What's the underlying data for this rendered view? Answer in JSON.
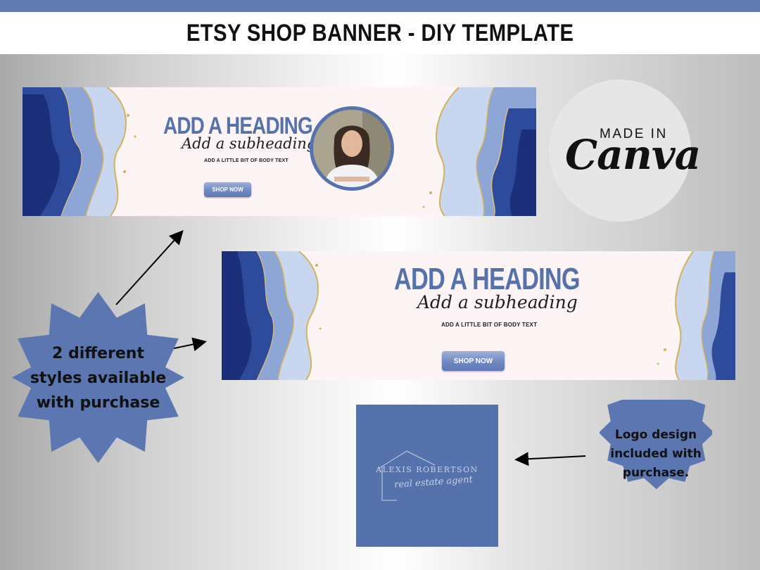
{
  "header": {
    "title": "ETSY SHOP BANNER - DIY TEMPLATE"
  },
  "colors": {
    "accent": "#6079b0",
    "heading_blue": "#5572ac",
    "banner_bg": "#fdf4f5",
    "badge_blue": "#5b76b1"
  },
  "banner1": {
    "heading": "ADD A HEADING",
    "subheading": "Add a subheading",
    "body": "ADD A LITTLE BIT OF BODY TEXT",
    "button": "SHOP NOW"
  },
  "banner2": {
    "heading": "ADD A HEADING",
    "subheading": "Add a subheading",
    "body": "ADD A LITTLE BIT OF BODY TEXT",
    "button": "SHOP NOW"
  },
  "canva_badge": {
    "made_in": "MADE IN",
    "brand": "Canva"
  },
  "styles_badge": {
    "line1": "2 different",
    "line2": "styles available",
    "line3": "with purchase"
  },
  "logo_badge": {
    "line1": "Logo design",
    "line2": "included with",
    "line3": "purchase."
  },
  "logo": {
    "name": "ALEXIS ROBERTSON",
    "tagline": "real estate agent"
  }
}
